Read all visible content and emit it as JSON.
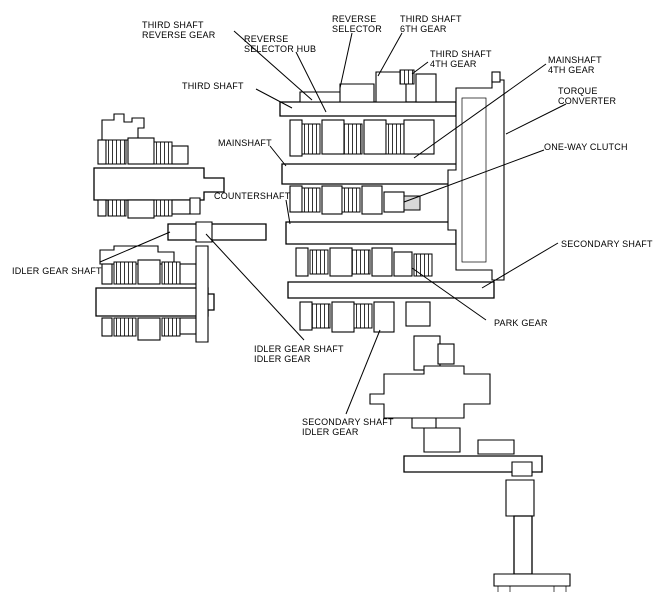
{
  "labels": {
    "third_shaft_reverse_gear": [
      "THIRD SHAFT",
      "REVERSE GEAR"
    ],
    "reverse_selector_hub": [
      "REVERSE",
      "SELECTOR HUB"
    ],
    "reverse_selector": [
      "REVERSE",
      "SELECTOR"
    ],
    "third_shaft_6th_gear": [
      "THIRD SHAFT",
      "6TH GEAR"
    ],
    "third_shaft_4th_gear": [
      "THIRD SHAFT",
      "4TH GEAR"
    ],
    "mainshaft_4th_gear": [
      "MAINSHAFT",
      "4TH GEAR"
    ],
    "torque_converter": [
      "TORQUE",
      "CONVERTER"
    ],
    "third_shaft": "THIRD SHAFT",
    "mainshaft": "MAINSHAFT",
    "one_way_clutch": "ONE-WAY CLUTCH",
    "countershaft": "COUNTERSHAFT",
    "secondary_shaft": "SECONDARY SHAFT",
    "idler_gear_shaft": "IDLER GEAR SHAFT",
    "park_gear": "PARK GEAR",
    "idler_gear_shaft_idler_gear": [
      "IDLER GEAR SHAFT",
      "IDLER GEAR"
    ],
    "secondary_shaft_idler_gear": [
      "SECONDARY SHAFT",
      "IDLER GEAR"
    ]
  }
}
